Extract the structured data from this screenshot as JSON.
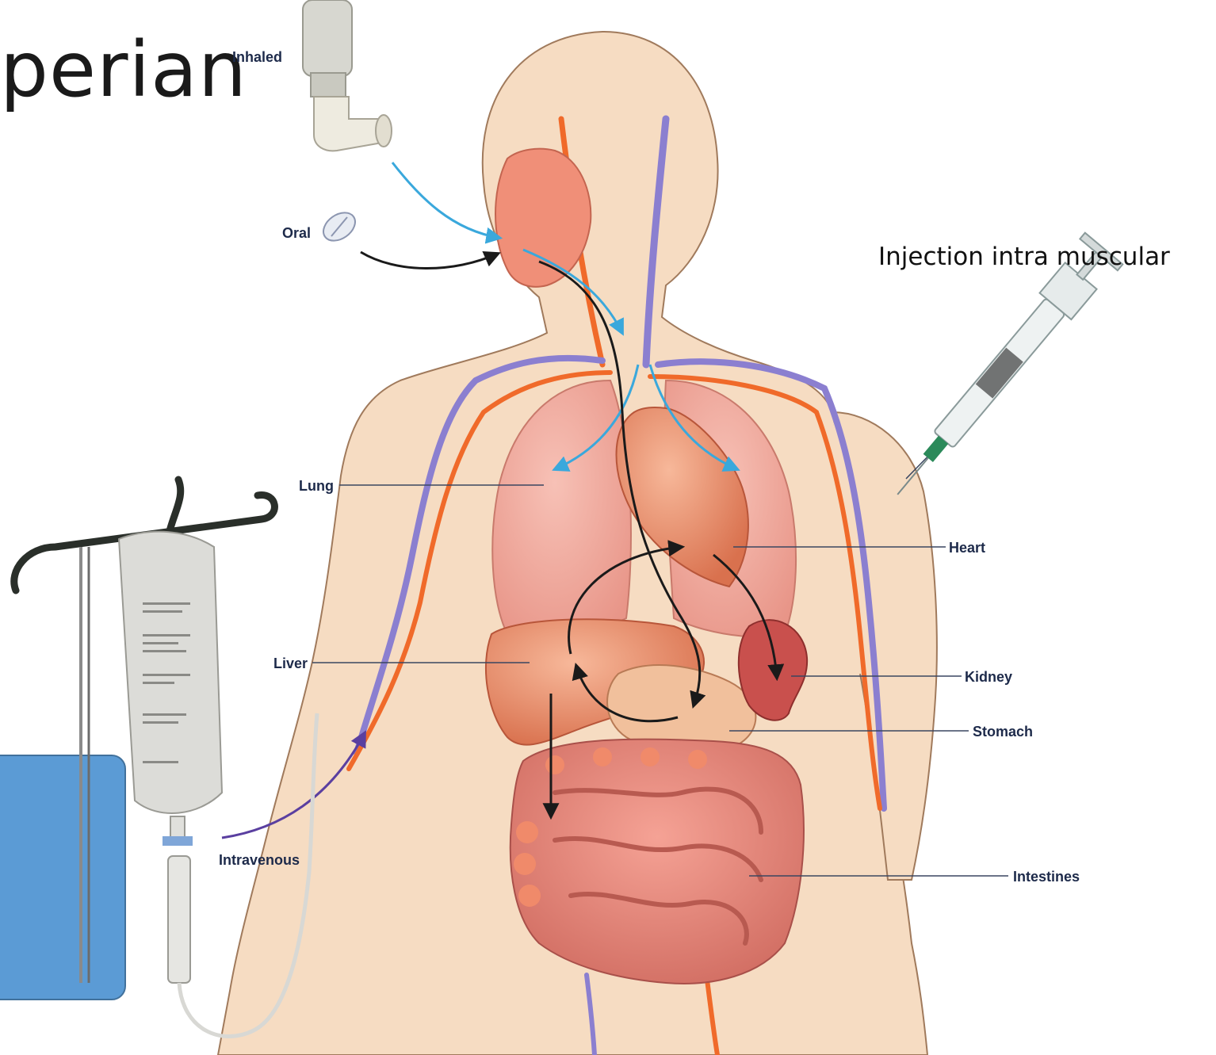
{
  "title": "perian",
  "labels": {
    "inhaled": "Inhaled",
    "oral": "Oral",
    "injection": "Injection intra muscular",
    "lung": "Lung",
    "heart": "Heart",
    "liver": "Liver",
    "kidney": "Kidney",
    "stomach": "Stomach",
    "intravenous": "Intravenous",
    "intestines": "Intestines"
  },
  "colors": {
    "skin": "#f6dcc2",
    "artery": "#f06a2a",
    "vein": "#8b7fd0",
    "inhaled_arrow": "#3aa8dc",
    "oral_arrow": "#1a1a1a",
    "iv_arrow": "#5a3fa0",
    "accent_box": "#5b9bd5"
  },
  "icons": {
    "inhaler": "inhaler-icon",
    "pill": "pill-icon",
    "syringe": "syringe-icon",
    "iv_bag": "iv-bag-icon"
  }
}
